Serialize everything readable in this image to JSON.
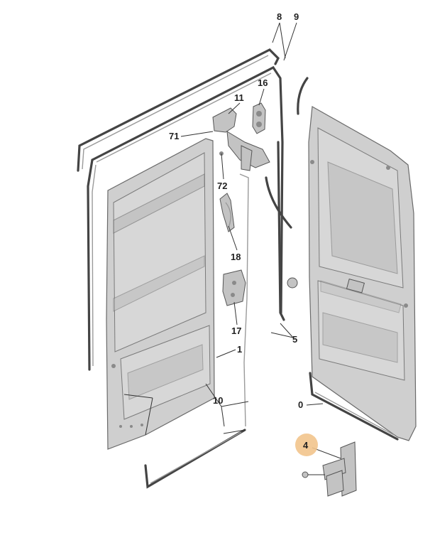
{
  "callouts": {
    "c8": "8",
    "c9": "9",
    "c16": "16",
    "c11": "11",
    "c71": "71",
    "c72": "72",
    "c18": "18",
    "c17": "17",
    "c1": "1",
    "c5": "5",
    "c10": "10",
    "c0": "0",
    "c4": "4"
  },
  "colors": {
    "highlight": "#f2c48c",
    "panel": "#cfcfcf",
    "line": "#333333"
  }
}
